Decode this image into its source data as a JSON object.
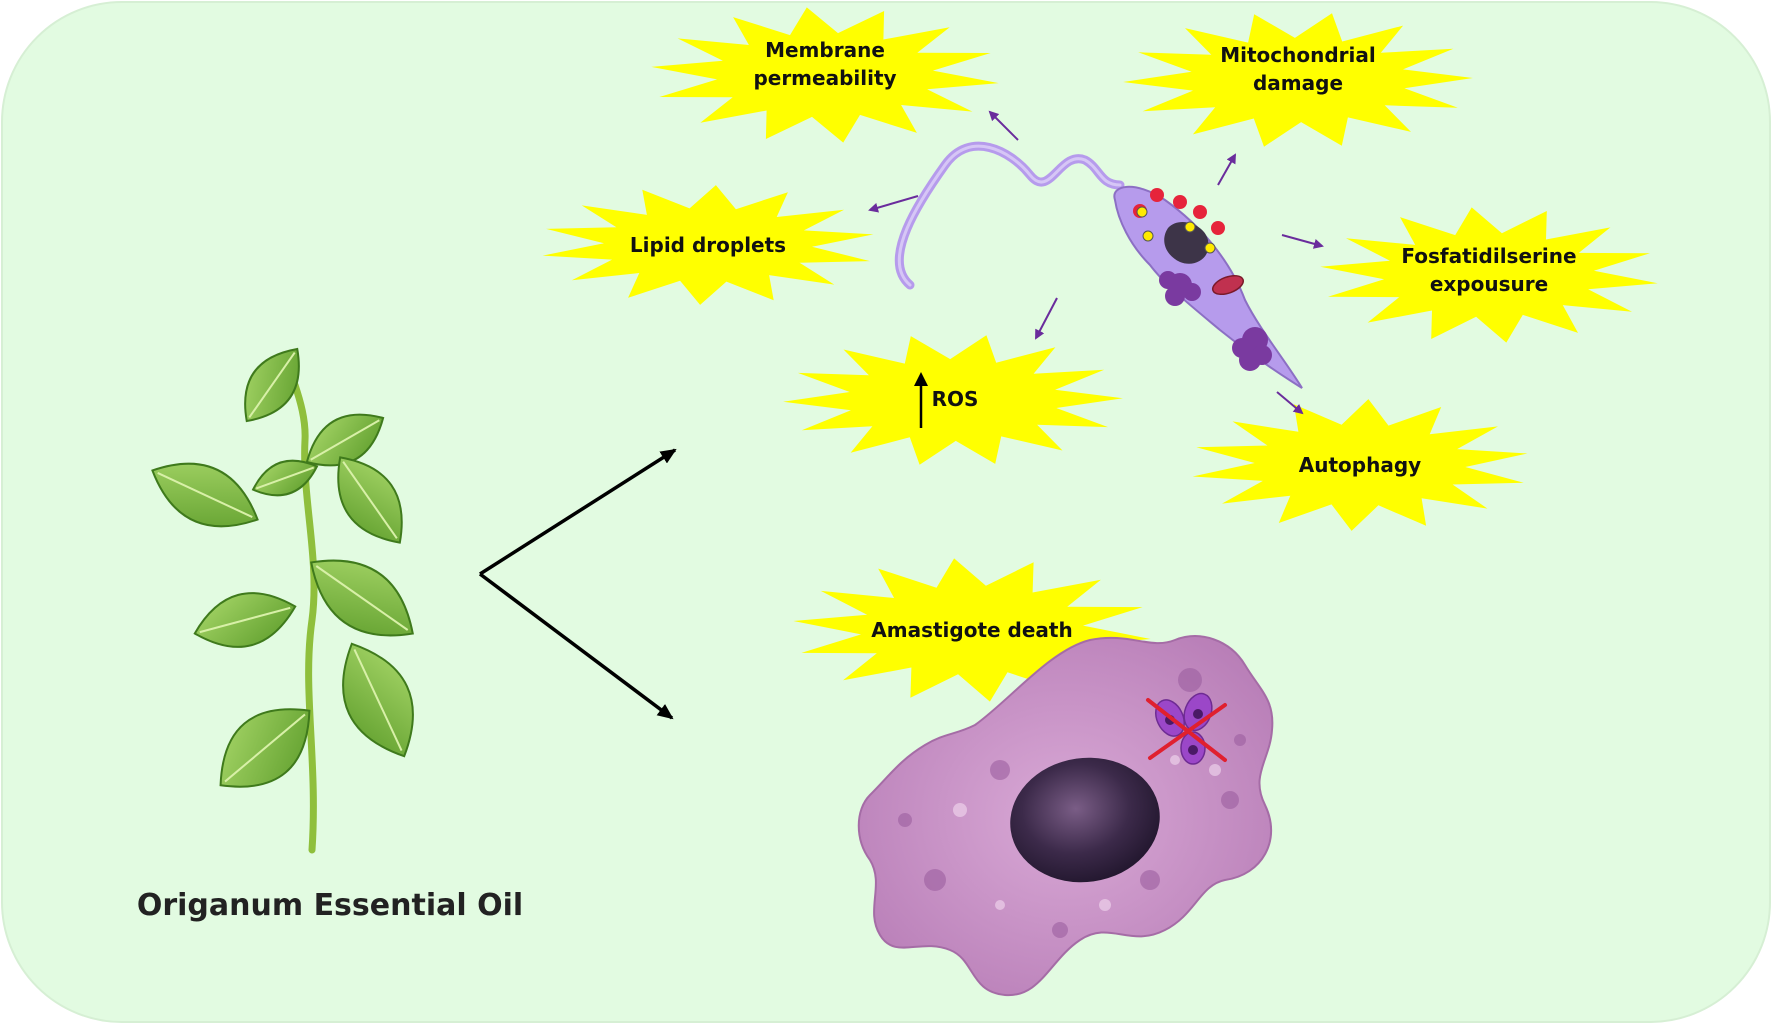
{
  "title": "Origanum Essential Oil",
  "effects": {
    "membrane": [
      "Membrane",
      "permeability"
    ],
    "mito": [
      "Mitochondrial",
      "damage"
    ],
    "lipid": "Lipid droplets",
    "fosfa": [
      "Fosfatidilserine",
      "expousure"
    ],
    "ros": "ROS",
    "autophagy": "Autophagy",
    "amastigote": "Amastigote death"
  },
  "colors": {
    "background": "#E2FBE1",
    "burst": "#FFFF00",
    "arrow_small": "#6A2C9C",
    "arrow_main": "#000000",
    "parasite": "#B69BEC",
    "macrophage": "#C890C8",
    "leaf": "#7DBF3A"
  }
}
